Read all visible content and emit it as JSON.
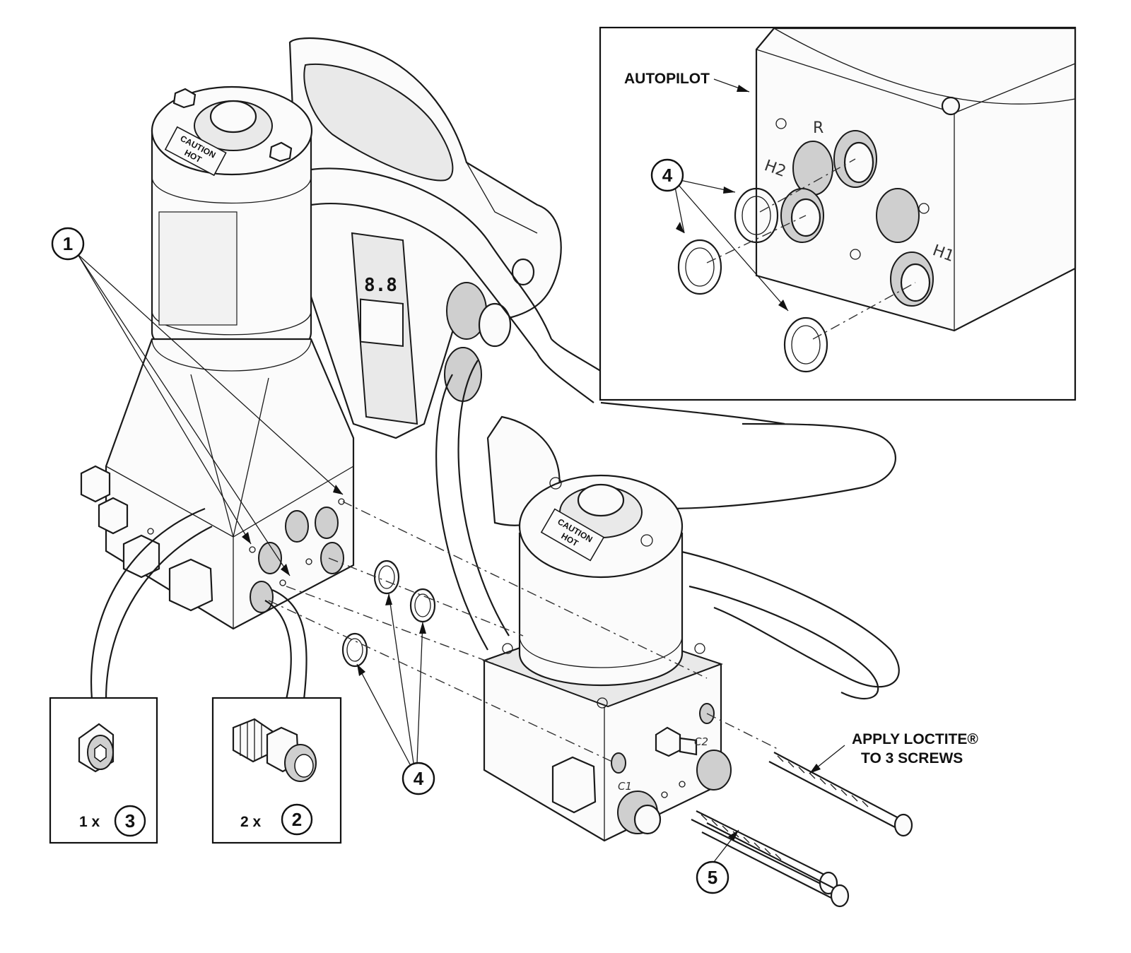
{
  "labels": {
    "autopilot": "AUTOPILOT",
    "apply_loctite_line1": "APPLY LOCTITE®",
    "apply_loctite_line2": "TO 3 SCREWS",
    "caution_line1": "CAUTION",
    "caution_line2": "HOT",
    "display_readout": "8.8"
  },
  "callouts": {
    "item1": "1",
    "item2": "2",
    "item3": "3",
    "item4_main": "4",
    "item4_inset": "4",
    "item5": "5"
  },
  "detail_boxes": {
    "plug_qty": "1 x",
    "plug_item": "3",
    "fitting_qty": "2 x",
    "fitting_item": "2"
  },
  "port_labels": {
    "r": "R",
    "h2": "H2",
    "h1": "H1",
    "c1": "C1",
    "c2": "C2"
  }
}
